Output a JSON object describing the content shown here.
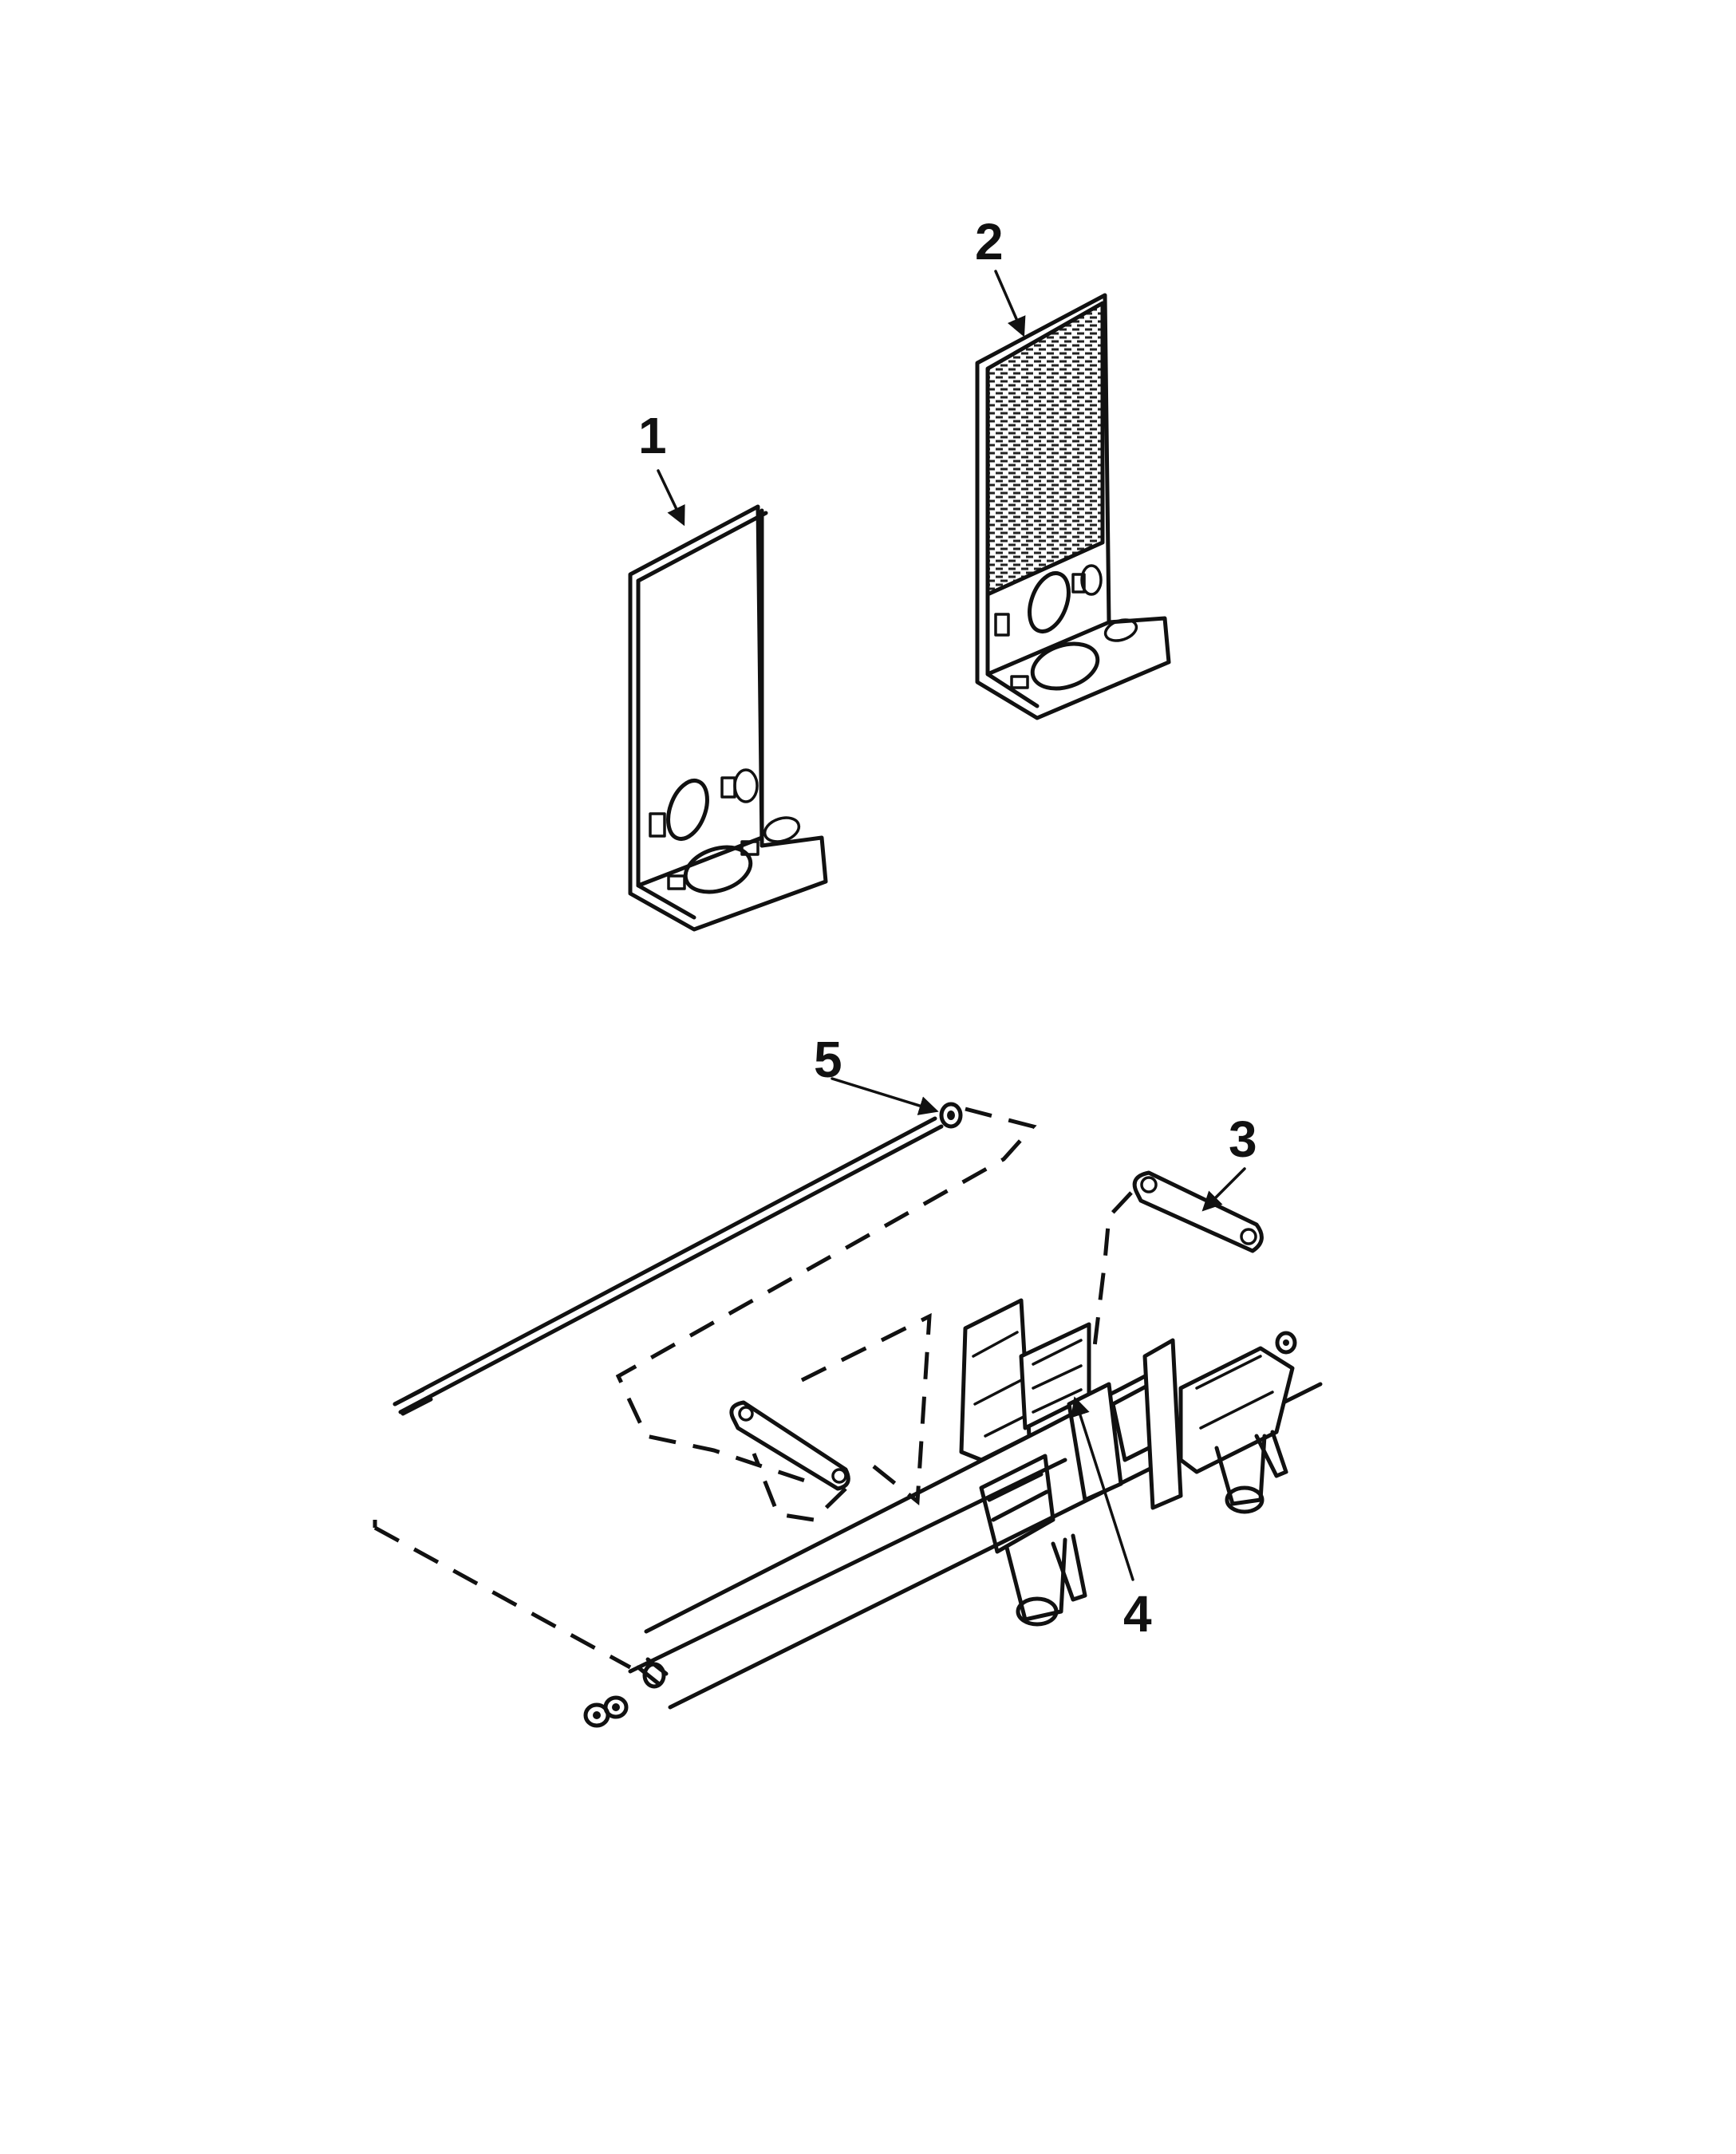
{
  "callouts": [
    {
      "id": "1",
      "text": "1"
    },
    {
      "id": "2",
      "text": "2"
    },
    {
      "id": "3",
      "text": "3"
    },
    {
      "id": "4",
      "text": "4"
    },
    {
      "id": "5",
      "text": "5"
    }
  ],
  "icons": [
    "bracket-plain",
    "bracket-reflective",
    "link-arm",
    "hitch-pin",
    "washer",
    "axle-assembly",
    "rod"
  ],
  "colors": {
    "ink": "#111111",
    "paper": "#ffffff"
  }
}
